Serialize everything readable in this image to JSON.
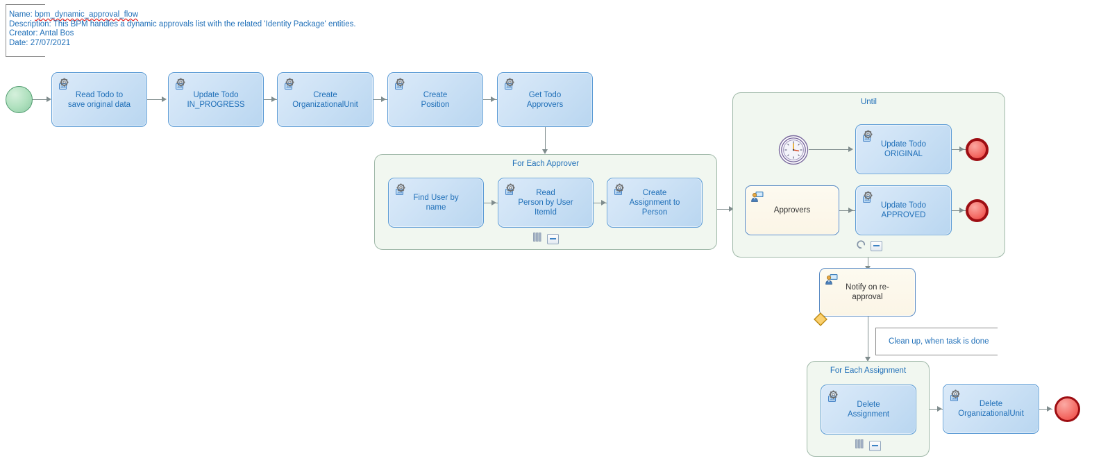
{
  "header": {
    "name_label": "Name: ",
    "name_value": "bpm_dynamic_approval_flow",
    "description_label": "Description: ",
    "description_value": "This BPM handles a dynamic approvals list with the related 'Identity Package' entities.",
    "creator_label": "Creator: ",
    "creator_value": "Antal Bos",
    "date_label": "Date: ",
    "date_value": "27/07/2021"
  },
  "events": {
    "start": "start-event",
    "end_original": "end-event",
    "end_approved": "end-event",
    "end_final": "end-event",
    "timer": "timer-event",
    "boundary_escalation": "boundary-event"
  },
  "tasks": {
    "read_todo": "Read Todo to\nsave original data",
    "update_in_progress": "Update Todo\nIN_PROGRESS",
    "create_org_unit": "Create\nOrganizationalUnit",
    "create_position": "Create\nPosition",
    "get_todo_approvers": "Get Todo\nApprovers",
    "find_user_by_name": "Find User by\nname",
    "read_person_by_user_itemid": "Read\nPerson by User\nItemId",
    "create_assignment_to_person": "Create\nAssignment to\nPerson",
    "approvers": "Approvers",
    "update_original": "Update Todo\nORIGINAL",
    "update_approved": "Update Todo\nAPPROVED",
    "notify_on_reapproval": "Notify on re-\napproval",
    "delete_assignment": "Delete\nAssignment",
    "delete_org_unit": "Delete\nOrganizationalUnit"
  },
  "subprocesses": {
    "for_each_approver": "For Each Approver",
    "until": "Until",
    "for_each_assignment": "For Each Assignment"
  },
  "annotations": {
    "clean_up": "Clean up, when task is done"
  },
  "markers": {
    "multi_instance_parallel": "parallel-multi-instance-marker",
    "loop": "loop-marker",
    "collapse": "collapse-minus-marker"
  },
  "colors": {
    "task_border": "#5b9bd5",
    "task_text": "#1f6fb8",
    "subprocess_bg": "#f1f7f0",
    "subprocess_border": "#9fb8a8",
    "user_task_bg": "#fbf5e6",
    "start_event": "#8cc9a3",
    "end_event": "#ed3b36",
    "connector": "#7f8c8d",
    "boundary_event": "#f4ba3d"
  }
}
